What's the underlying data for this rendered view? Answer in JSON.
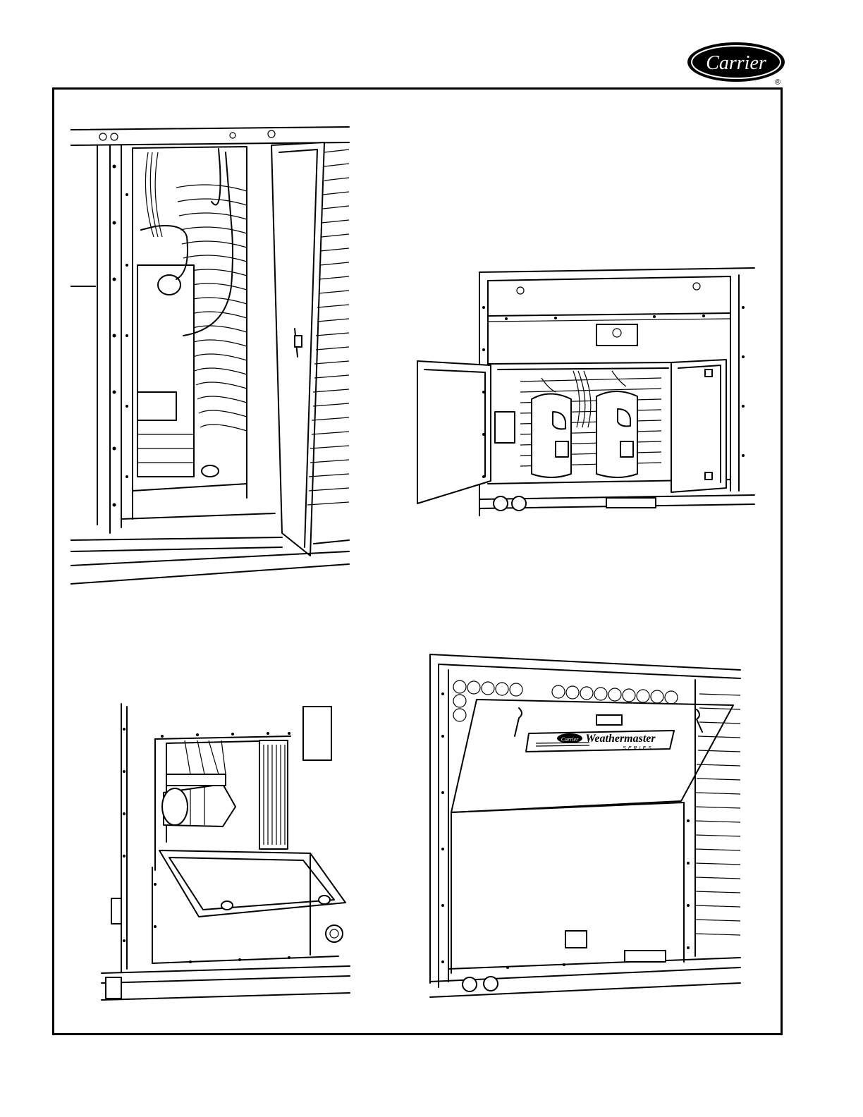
{
  "brand": {
    "logo_text": "Carrier",
    "registered_mark": "®"
  },
  "badge": {
    "brand_text": "Carrier",
    "product_name": "Weathermaster",
    "series_text": "SERIES"
  },
  "icons": {
    "logo": "carrier-oval-logo",
    "fig1": "compressor-access-illustration",
    "fig2": "dual-compressor-access-illustration",
    "fig3": "blower-motor-access-illustration",
    "fig4": "filter-access-panel-illustration"
  },
  "colors": {
    "ink": "#000000",
    "paper": "#ffffff"
  }
}
